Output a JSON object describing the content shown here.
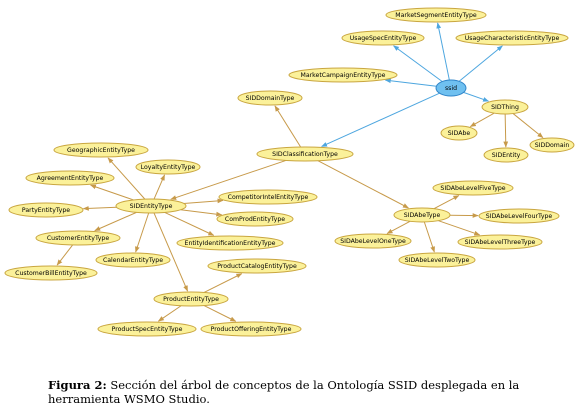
{
  "colors": {
    "concept_fill": "#fbf19a",
    "concept_stroke": "#c9a640",
    "root_fill": "#6fc0f0",
    "root_stroke": "#2f84c8",
    "edge_brown": "#c79a4a",
    "edge_blue": "#4da6df"
  },
  "nodes": {
    "ssid": "ssid",
    "market_segment": "MarketSegmentEntityType",
    "usage_spec": "UsageSpecEntityType",
    "usage_characteristic": "UsageCharacteristicEntityType",
    "market_campaign": "MarketCampaignEntityType",
    "sid_thing": "SIDThing",
    "sid_abe": "SIDAbe",
    "sid_entity": "SIDEntity",
    "sid_domain": "SIDDomain",
    "sid_domain_type": "SIDDomainType",
    "sid_classification_type": "SIDClassificationType",
    "geographic": "GeographicEntityType",
    "loyalty": "LoyaltyEntityType",
    "agreement": "AgreementEntityType",
    "sid_entity_type": "SIDEntityType",
    "competitor_intel": "CompetitorIntelEntityType",
    "party": "PartyEntityType",
    "com_prod": "ComProdEntityType",
    "customer": "CustomerEntityType",
    "entity_identification": "EntityIdentificationEntityType",
    "calendar": "CalendarEntityType",
    "customer_bill": "CustomerBillEntityType",
    "product_catalog": "ProductCatalogEntityType",
    "product": "ProductEntityType",
    "product_spec": "ProductSpecEntityType",
    "product_offering": "ProductOfferingEntityType",
    "sid_abe_level_five": "SIDAbeLevelFiveType",
    "sid_abe_type": "SIDAbeType",
    "sid_abe_level_four": "SIDAbeLevelFourType",
    "sid_abe_level_one": "SIDAbeLevelOneType",
    "sid_abe_level_three": "SIDAbeLevelThreeType",
    "sid_abe_level_two": "SIDAbeLevelTwoType"
  },
  "edges": [
    [
      "ssid",
      "market_segment",
      "blue"
    ],
    [
      "ssid",
      "usage_spec",
      "blue"
    ],
    [
      "ssid",
      "usage_characteristic",
      "blue"
    ],
    [
      "ssid",
      "market_campaign",
      "blue"
    ],
    [
      "ssid",
      "sid_thing",
      "blue"
    ],
    [
      "ssid",
      "sid_classification_type",
      "blue"
    ],
    [
      "sid_thing",
      "sid_abe",
      "brown"
    ],
    [
      "sid_thing",
      "sid_entity",
      "brown"
    ],
    [
      "sid_thing",
      "sid_domain",
      "brown"
    ],
    [
      "sid_classification_type",
      "sid_domain_type",
      "brown"
    ],
    [
      "sid_classification_type",
      "sid_entity_type",
      "brown"
    ],
    [
      "sid_classification_type",
      "sid_abe_type",
      "brown"
    ],
    [
      "sid_entity_type",
      "geographic",
      "brown"
    ],
    [
      "sid_entity_type",
      "loyalty",
      "brown"
    ],
    [
      "sid_entity_type",
      "agreement",
      "brown"
    ],
    [
      "sid_entity_type",
      "party",
      "brown"
    ],
    [
      "sid_entity_type",
      "customer",
      "brown"
    ],
    [
      "sid_entity_type",
      "calendar",
      "brown"
    ],
    [
      "sid_entity_type",
      "competitor_intel",
      "brown"
    ],
    [
      "sid_entity_type",
      "com_prod",
      "brown"
    ],
    [
      "sid_entity_type",
      "entity_identification",
      "brown"
    ],
    [
      "sid_entity_type",
      "product",
      "brown"
    ],
    [
      "customer",
      "customer_bill",
      "brown"
    ],
    [
      "product",
      "product_catalog",
      "brown"
    ],
    [
      "product",
      "product_spec",
      "brown"
    ],
    [
      "product",
      "product_offering",
      "brown"
    ],
    [
      "sid_abe_type",
      "sid_abe_level_five",
      "brown"
    ],
    [
      "sid_abe_type",
      "sid_abe_level_four",
      "brown"
    ],
    [
      "sid_abe_type",
      "sid_abe_level_one",
      "brown"
    ],
    [
      "sid_abe_type",
      "sid_abe_level_three",
      "brown"
    ],
    [
      "sid_abe_type",
      "sid_abe_level_two",
      "brown"
    ]
  ],
  "caption": {
    "label": "Figura 2:",
    "text": "Sección del árbol de conceptos de la Ontología SSID desplegada en la herramienta WSMO Studio."
  }
}
